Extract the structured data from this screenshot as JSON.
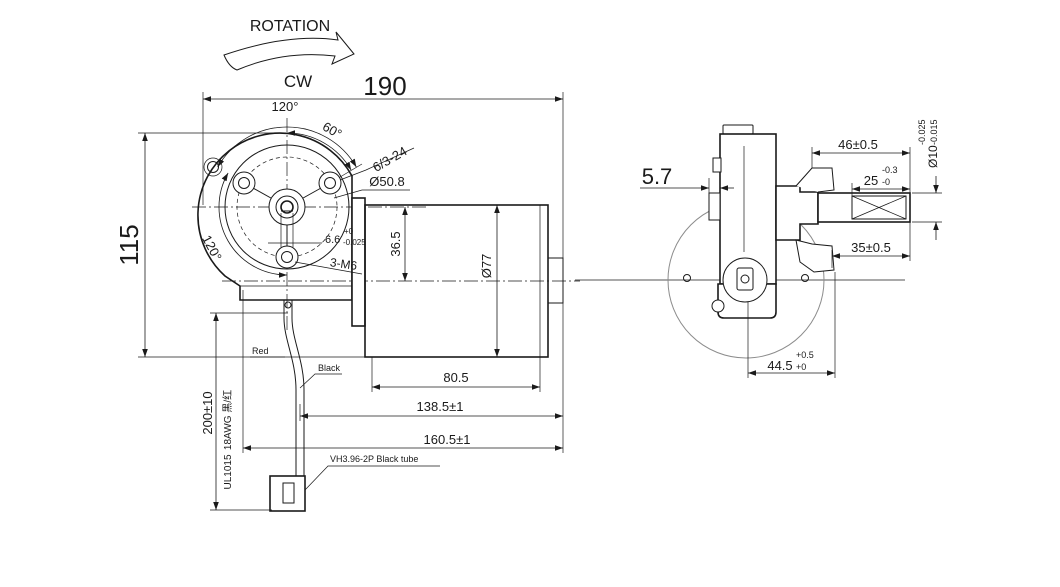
{
  "rotation": {
    "label": "ROTATION",
    "direction": "CW"
  },
  "front_view": {
    "overall_length": "190",
    "height": "115",
    "angle_top": "120°",
    "angle_sixty": "60°",
    "angle_left": "120°",
    "thread_spec": "6/3-24",
    "pcd": "Ø50.8",
    "offset": "36.5",
    "shaft_flat": {
      "value": "6.6",
      "upper": "+0",
      "lower": "-0.025"
    },
    "mount_holes": "3-M6",
    "motor_diameter": "Ø77",
    "motor_length": "80.5",
    "length_to_wire": "138.5±1",
    "length_to_edge": "160.5±1",
    "lead_length": "200±10",
    "wire_spec": "UL1015",
    "wire_gauge": "18AWG 黑/红",
    "wire_red": "Red",
    "wire_black": "Black",
    "connector": "VH3.96-2P Black tube"
  },
  "side_view": {
    "face_offset": "5.7",
    "shaft_length": "46±0.5",
    "shaft_diameter": {
      "value": "Ø10",
      "upper": "-0.025",
      "lower": "-0.015"
    },
    "flat_length": {
      "value": "25",
      "upper": "-0.3",
      "lower": "-0"
    },
    "boss_length": "35±0.5",
    "center_offset": {
      "value": "44.5",
      "upper": "+0.5",
      "lower": "+0"
    }
  },
  "colors": {
    "line": "#1a1a1a",
    "faint": "#8c8c8c",
    "background": "#ffffff"
  }
}
